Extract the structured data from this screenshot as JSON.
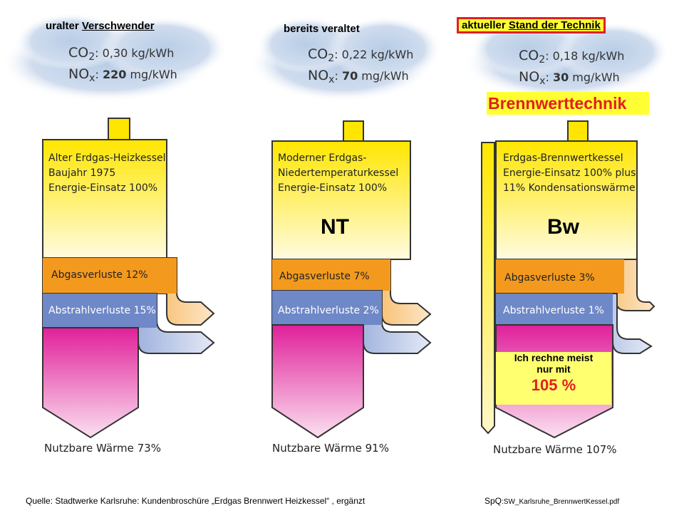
{
  "columns": [
    {
      "tag_plain": "uralter ",
      "tag_underlined": "Verschwender",
      "co2_label": "CO",
      "co2_value": ": 0,30 kg/kWh",
      "nox_label": "NO",
      "nox_value_bold": "220",
      "nox_unit": " mg/kWh",
      "title_lines": [
        "Alter Erdgas-Heizkessel",
        "Baujahr 1975",
        "Energie-Einsatz 100%"
      ],
      "exhaust_loss": "Abgasverluste 12%",
      "radiation_loss": "Abstrahlverluste 15%",
      "useful_heat": "Nutzbare Wärme 73%"
    },
    {
      "tag_plain": "bereits veraltet",
      "co2_label": "CO",
      "co2_value": ": 0,22 kg/kWh",
      "nox_label": "NO",
      "nox_value_bold": "70",
      "nox_unit": " mg/kWh",
      "title_lines": [
        "Moderner Erdgas-",
        "Niedertemperaturkessel",
        "Energie-Einsatz 100%"
      ],
      "type_mark": "NT",
      "exhaust_loss": "Abgasverluste 7%",
      "radiation_loss": "Abstrahlverluste 2%",
      "useful_heat": "Nutzbare Wärme 91%"
    },
    {
      "tag_plain": "aktueller ",
      "tag_underlined": "Stand der Technik",
      "co2_label": "CO",
      "co2_value": ": 0,18 kg/kWh",
      "nox_label": "NO",
      "nox_value_bold": "30",
      "nox_unit": " mg/kWh",
      "banner": "Brennwerttechnik",
      "title_lines": [
        "Erdgas-Brennwertkessel",
        "Energie-Einsatz 100% plus",
        "11% Kondensationswärme"
      ],
      "type_mark": "Bw",
      "exhaust_loss": "Abgasverluste 3%",
      "radiation_loss": "Abstrahlverluste 1%",
      "note_lines": [
        "Ich rechne meist",
        "nur mit"
      ],
      "note_value": "105 %",
      "useful_heat": "Nutzbare Wärme 107%"
    }
  ],
  "subscripts": {
    "co2": "2",
    "nox": "x"
  },
  "footer": {
    "source": "Quelle: Stadtwerke Karlsruhe: Kundenbroschüre „Erdgas Brennwert Heizkessel“ , ergänzt",
    "ref_prefix": "SpQ",
    "ref_file": ":SW_Karlsruhe_BrennwertKessel.pdf"
  },
  "colors": {
    "yellow": "#ffee00",
    "orange": "#f39a1e",
    "blue": "#6e88c8",
    "magenta": "#e0209a",
    "highlight": "#ffff33",
    "red": "#e02020"
  }
}
